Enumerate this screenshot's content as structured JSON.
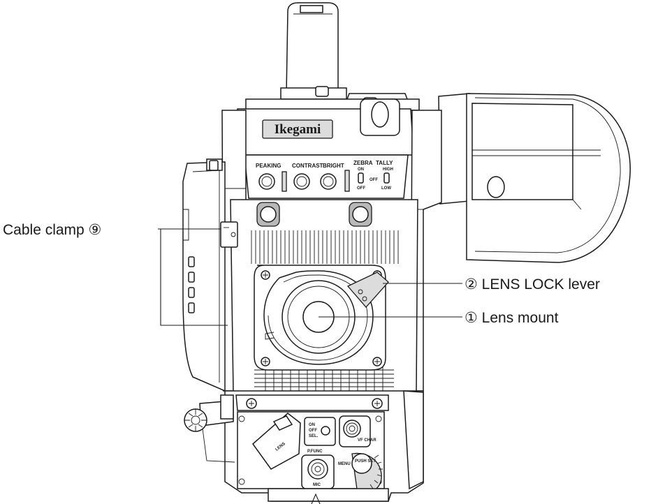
{
  "callouts": [
    {
      "id": "cable-clamp",
      "text": "Cable clamp ⑨"
    },
    {
      "id": "lens-lock-lever",
      "text": "② LENS LOCK lever"
    },
    {
      "id": "lens-mount",
      "text": "① Lens mount"
    }
  ],
  "camera": {
    "brand": "Ikegami",
    "viewfinder_controls": [
      "PEAKING",
      "CONTRAST",
      "BRIGHT",
      "ZEBRA",
      "TALLY"
    ],
    "zebra_switch": {
      "top": "ON",
      "bottom": "OFF"
    },
    "tally_switch": {
      "top": "HIGH",
      "middle": "OFF",
      "bottom": "LOW"
    },
    "front_panel": {
      "lens": "LENS",
      "on": "ON",
      "off": "OFF",
      "sel": "SEL.",
      "vf_char": "VF CHAR",
      "pfunc": "P.FUNC",
      "menu": "MENU",
      "push_set": "PUSH SET",
      "mic": "MIC"
    }
  }
}
